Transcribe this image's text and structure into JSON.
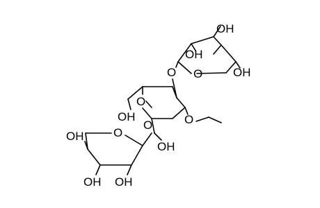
{
  "molecule": {
    "atoms": [
      {
        "id": "oh_top",
        "label": "OH"
      },
      {
        "id": "oh_upper_mid",
        "label": "OH"
      },
      {
        "id": "oh_upper_right",
        "label": "OH"
      },
      {
        "id": "o_glyco_upper",
        "label": "O"
      },
      {
        "id": "o_ring_upper",
        "label": "O"
      },
      {
        "id": "o_glyco_left",
        "label": "O"
      },
      {
        "id": "oh_mid_left",
        "label": "OH"
      },
      {
        "id": "o_ring_mid",
        "label": "O"
      },
      {
        "id": "o_methoxy",
        "label": "O"
      },
      {
        "id": "o_ring_lower",
        "label": "O"
      },
      {
        "id": "oh_ch2",
        "label": "OH"
      },
      {
        "id": "oh_lower_left",
        "label": "OH"
      },
      {
        "id": "oh_bottom_1",
        "label": "OH"
      },
      {
        "id": "oh_bottom_2",
        "label": "OH"
      }
    ]
  }
}
